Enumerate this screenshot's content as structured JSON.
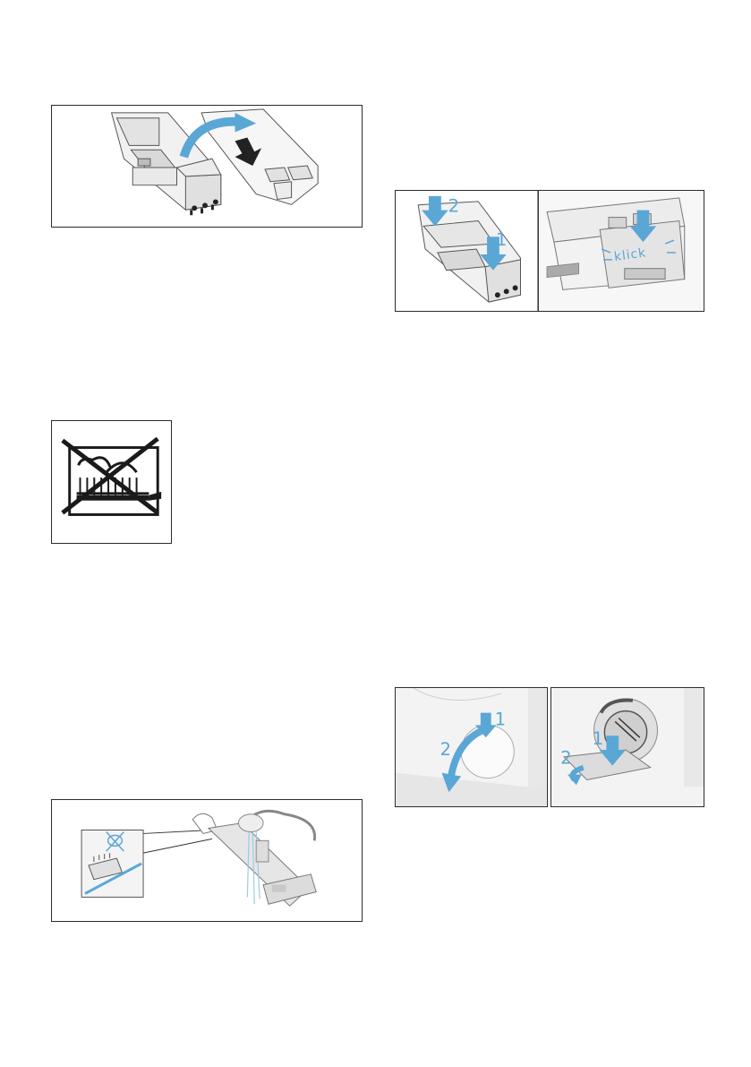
{
  "figures": {
    "insert_removal": {
      "description_icon": "drawer-insert-flip-icon"
    },
    "reinsert": {
      "step1": "1",
      "step2": "2",
      "click_label": "klick"
    },
    "no_dishwasher": {
      "description_icon": "no-dishwasher-icon"
    },
    "rinse_insert": {
      "description_icon": "rinse-under-tap-icon"
    },
    "pump_cover": {
      "left_step1": "1",
      "left_step2": "2",
      "right_step1": "1",
      "right_step2": "2"
    }
  },
  "colors": {
    "accent": "#5aa7d6",
    "line": "#2b2b2b"
  }
}
